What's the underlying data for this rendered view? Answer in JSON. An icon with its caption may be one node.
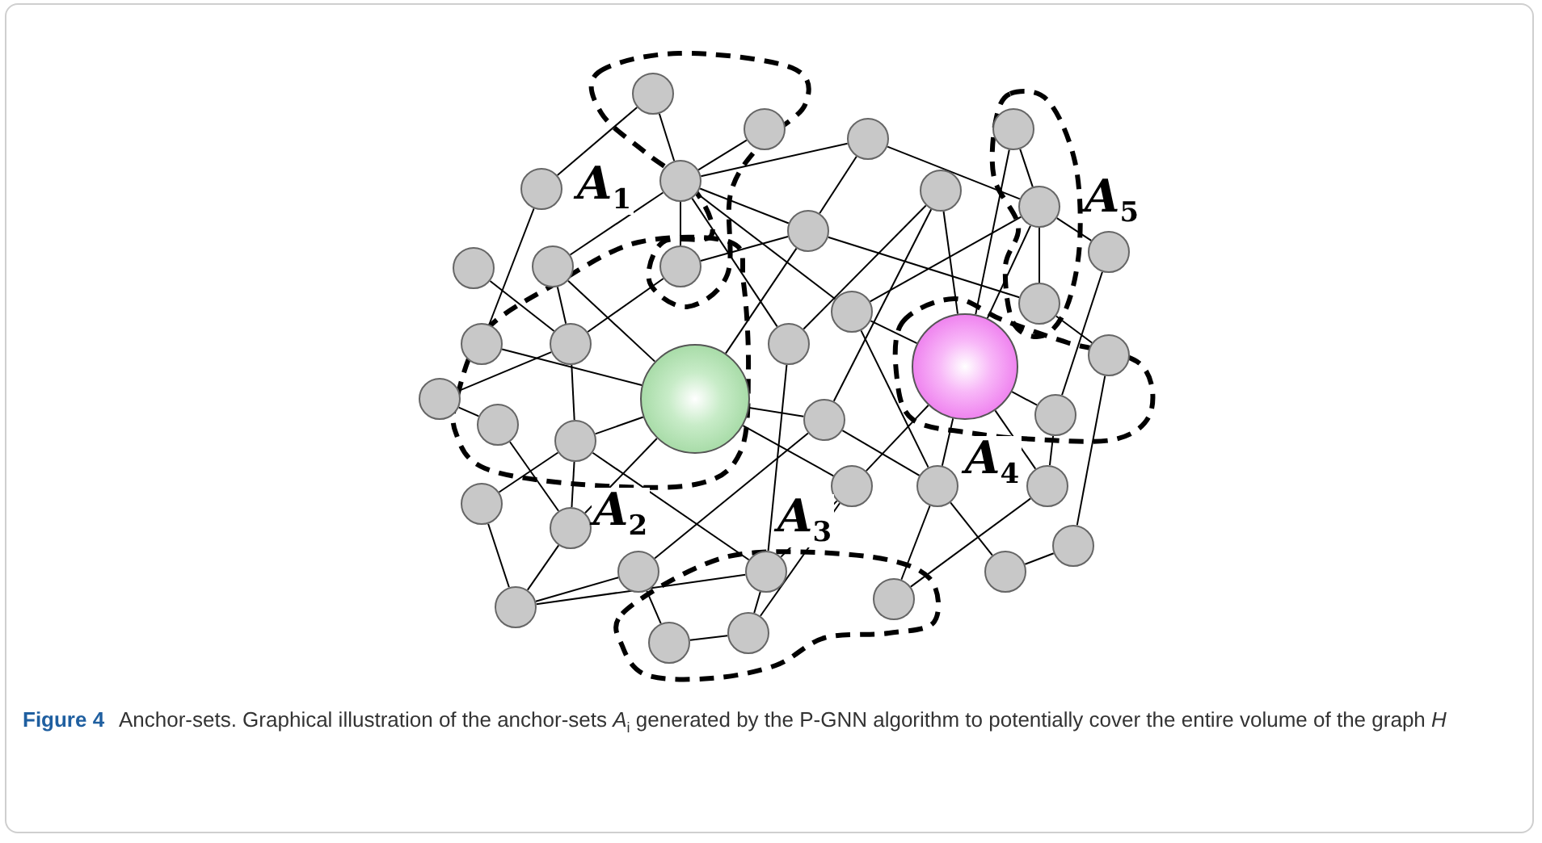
{
  "diagram": {
    "caption": "**Figure 4** Anchor-sets. Graphical illustration of the anchor-sets *A*$_{i}$ generated by the P-GNN algorithm to potentially cover the entire volume of the graph *H*",
    "nodes": [
      {
        "text": [],
        "shape": "circle"
      },
      {
        "text": [],
        "shape": "circle"
      },
      {
        "text": [],
        "shape": "circle"
      },
      {
        "text": [],
        "shape": "circle"
      },
      {
        "text": [],
        "shape": "circle"
      },
      {
        "text": [],
        "shape": "circle"
      },
      {
        "text": [],
        "shape": "circle"
      },
      {
        "text": [],
        "shape": "circle"
      },
      {
        "text": [],
        "shape": "circle"
      },
      {
        "text": [],
        "shape": "circle"
      },
      {
        "text": [],
        "shape": "circle"
      },
      {
        "text": [],
        "shape": "circle"
      },
      {
        "text": [],
        "shape": "circle"
      },
      {
        "text": [],
        "shape": "circle"
      },
      {
        "text": [],
        "shape": "circle"
      },
      {
        "text": [],
        "shape": "circle"
      },
      {
        "text": [],
        "shape": "circle"
      },
      {
        "text": [],
        "shape": "circle"
      },
      {
        "text": [],
        "shape": "circle"
      },
      {
        "text": [],
        "shape": "circle"
      },
      {
        "text": [],
        "shape": "circle"
      },
      {
        "text": [],
        "shape": "circle"
      },
      {
        "text": [],
        "shape": "circle"
      },
      {
        "text": [],
        "shape": "circle"
      },
      {
        "text": [],
        "shape": "circle"
      },
      {
        "text": [],
        "shape": "circle"
      },
      {
        "text": [],
        "shape": "circle"
      },
      {
        "text": [],
        "shape": "circle"
      },
      {
        "text": [],
        "shape": "circle"
      },
      {
        "text": [],
        "shape": "circle"
      },
      {
        "text": [],
        "shape": "circle"
      },
      {
        "text": [],
        "shape": "circle"
      },
      {
        "text": [],
        "shape": "circle"
      },
      {
        "text": [],
        "shape": "circle"
      },
      {
        "text": [],
        "shape": "circle"
      },
      {
        "text": [],
        "shape": "circle"
      },
      {
        "text": [],
        "shape": "circle"
      },
      {
        "text": [],
        "shape": "circle"
      },
      {
        "text": [],
        "shape": "circle"
      }
    ],
    "edges": [
      {
        "from": 0,
        "to": 5,
        "arrow": "none"
      },
      {
        "from": 0,
        "to": 4,
        "arrow": "none"
      },
      {
        "from": 1,
        "to": 4,
        "arrow": "none"
      },
      {
        "from": 4,
        "to": 3,
        "arrow": "none"
      },
      {
        "from": 4,
        "to": 12,
        "arrow": "none"
      },
      {
        "from": 4,
        "to": 8,
        "arrow": "none"
      },
      {
        "from": 4,
        "to": 14,
        "arrow": "none"
      },
      {
        "from": 4,
        "to": 17,
        "arrow": "none"
      },
      {
        "from": 5,
        "to": 15,
        "arrow": "none"
      },
      {
        "from": 10,
        "to": 16,
        "arrow": "none"
      },
      {
        "from": 11,
        "to": 16,
        "arrow": "none"
      },
      {
        "from": 11,
        "to": 4,
        "arrow": "none"
      },
      {
        "from": 11,
        "to": 20,
        "arrow": "none"
      },
      {
        "from": 12,
        "to": 16,
        "arrow": "none"
      },
      {
        "from": 12,
        "to": 8,
        "arrow": "none"
      },
      {
        "from": 3,
        "to": 8,
        "arrow": "none"
      },
      {
        "from": 8,
        "to": 20,
        "arrow": "none"
      },
      {
        "from": 3,
        "to": 7,
        "arrow": "none"
      },
      {
        "from": 2,
        "to": 7,
        "arrow": "none"
      },
      {
        "from": 2,
        "to": 21,
        "arrow": "none"
      },
      {
        "from": 7,
        "to": 21,
        "arrow": "none"
      },
      {
        "from": 7,
        "to": 14,
        "arrow": "none"
      },
      {
        "from": 7,
        "to": 13,
        "arrow": "none"
      },
      {
        "from": 7,
        "to": 9,
        "arrow": "none"
      },
      {
        "from": 9,
        "to": 23,
        "arrow": "none"
      },
      {
        "from": 13,
        "to": 18,
        "arrow": "none"
      },
      {
        "from": 8,
        "to": 13,
        "arrow": "none"
      },
      {
        "from": 14,
        "to": 21,
        "arrow": "none"
      },
      {
        "from": 14,
        "to": 28,
        "arrow": "none"
      },
      {
        "from": 6,
        "to": 17,
        "arrow": "none"
      },
      {
        "from": 6,
        "to": 21,
        "arrow": "none"
      },
      {
        "from": 6,
        "to": 25,
        "arrow": "none"
      },
      {
        "from": 18,
        "to": 31,
        "arrow": "none"
      },
      {
        "from": 21,
        "to": 23,
        "arrow": "none"
      },
      {
        "from": 23,
        "to": 29,
        "arrow": "none"
      },
      {
        "from": 29,
        "to": 35,
        "arrow": "none"
      },
      {
        "from": 28,
        "to": 21,
        "arrow": "none"
      },
      {
        "from": 28,
        "to": 35,
        "arrow": "none"
      },
      {
        "from": 28,
        "to": 34,
        "arrow": "none"
      },
      {
        "from": 25,
        "to": 28,
        "arrow": "none"
      },
      {
        "from": 31,
        "to": 34,
        "arrow": "none"
      },
      {
        "from": 21,
        "to": 29,
        "arrow": "none"
      },
      {
        "from": 20,
        "to": 25,
        "arrow": "none"
      },
      {
        "from": 32,
        "to": 25,
        "arrow": "none"
      },
      {
        "from": 17,
        "to": 33,
        "arrow": "none"
      },
      {
        "from": 15,
        "to": 20,
        "arrow": "none"
      },
      {
        "from": 19,
        "to": 16,
        "arrow": "none"
      },
      {
        "from": 19,
        "to": 22,
        "arrow": "none"
      },
      {
        "from": 22,
        "to": 30,
        "arrow": "none"
      },
      {
        "from": 16,
        "to": 24,
        "arrow": "none"
      },
      {
        "from": 24,
        "to": 20,
        "arrow": "none"
      },
      {
        "from": 24,
        "to": 26,
        "arrow": "none"
      },
      {
        "from": 24,
        "to": 30,
        "arrow": "none"
      },
      {
        "from": 24,
        "to": 33,
        "arrow": "none"
      },
      {
        "from": 20,
        "to": 30,
        "arrow": "none"
      },
      {
        "from": 20,
        "to": 27,
        "arrow": "none"
      },
      {
        "from": 26,
        "to": 36,
        "arrow": "none"
      },
      {
        "from": 30,
        "to": 36,
        "arrow": "none"
      },
      {
        "from": 36,
        "to": 32,
        "arrow": "none"
      },
      {
        "from": 36,
        "to": 33,
        "arrow": "none"
      },
      {
        "from": 32,
        "to": 38,
        "arrow": "none"
      },
      {
        "from": 38,
        "to": 37,
        "arrow": "none"
      },
      {
        "from": 37,
        "to": 33,
        "arrow": "none"
      },
      {
        "from": 33,
        "to": 27,
        "arrow": "none"
      },
      {
        "from": 27,
        "to": 37,
        "arrow": "none"
      },
      {
        "from": 27,
        "to": 21,
        "arrow": "none"
      }
    ],
    "labels": [
      "*A*$_{1}$",
      "*A*$_{5}$",
      "*A*$_{4}$",
      "*A*$_{2}$",
      "*A*$_{3}$"
    ]
  }
}
